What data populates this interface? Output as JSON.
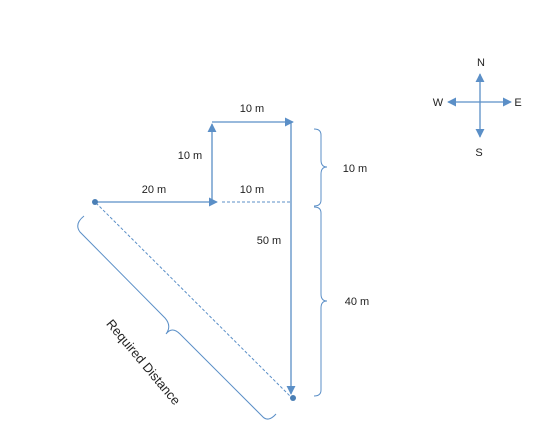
{
  "colors": {
    "path": "#5b8fc7",
    "bracket": "#5b8fc7",
    "dashed": "#5b8fc7",
    "point": "#4a7fb5",
    "text": "#222222"
  },
  "labels": {
    "east_segment_1": "20 m",
    "north_segment_1": "10 m",
    "east_segment_2": "10 m",
    "dashed_east": "10 m",
    "south_segment": "50 m",
    "bracket_upper": "10 m",
    "bracket_lower": "40 m",
    "required_distance": "Required Distance"
  },
  "compass": {
    "north": "N",
    "south": "S",
    "east": "E",
    "west": "W"
  }
}
